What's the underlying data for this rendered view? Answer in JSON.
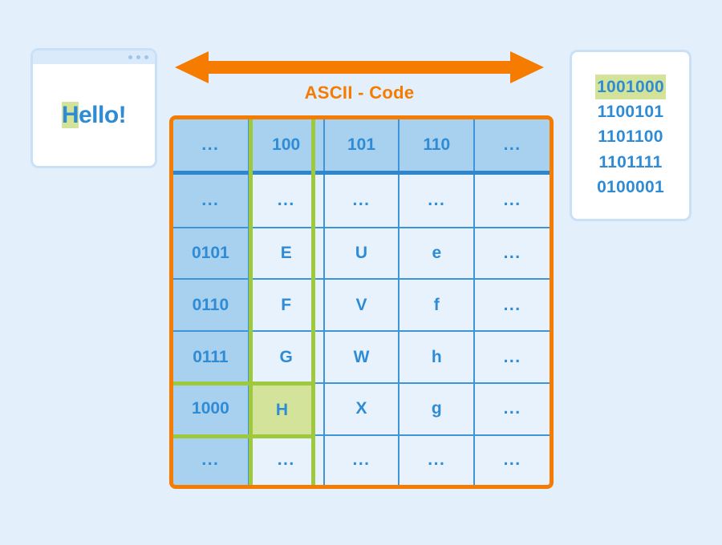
{
  "colors": {
    "background": "#e3effb",
    "accent_orange": "#f57c00",
    "blue_text": "#2e8bd4",
    "header_blue": "#a8d0ef",
    "cell_blue": "#e7f2fd",
    "grid_blue": "#3d94d9",
    "highlight_green": "#d3e49a",
    "green_border": "#9ec93c",
    "panel_border": "#c9e0f7"
  },
  "browser": {
    "name": "browser-window",
    "dots": [
      "dot-1",
      "dot-2",
      "dot-3"
    ],
    "text_highlighted": "H",
    "text_rest": "ello!"
  },
  "arrow": {
    "icon": "double-headed-arrow-icon",
    "title": "ASCII - Code"
  },
  "table": {
    "header": [
      "...",
      "100",
      "101",
      "110",
      "..."
    ],
    "rows": [
      {
        "code": "...",
        "cells": [
          "...",
          "...",
          "...",
          "..."
        ]
      },
      {
        "code": "0101",
        "cells": [
          "E",
          "U",
          "e",
          "..."
        ]
      },
      {
        "code": "0110",
        "cells": [
          "F",
          "V",
          "f",
          "..."
        ]
      },
      {
        "code": "0111",
        "cells": [
          "G",
          "W",
          "h",
          "..."
        ]
      },
      {
        "code": "1000",
        "cells": [
          "H",
          "X",
          "g",
          "..."
        ]
      },
      {
        "code": "...",
        "cells": [
          "...",
          "...",
          "...",
          "..."
        ]
      }
    ],
    "highlighted_cell": "H",
    "highlighted_column": "100",
    "highlighted_row": "1000"
  },
  "binary_panel": {
    "lines": [
      {
        "value": "1001000",
        "highlighted": true
      },
      {
        "value": "1100101",
        "highlighted": false
      },
      {
        "value": "1101100",
        "highlighted": false
      },
      {
        "value": "1101111",
        "highlighted": false
      },
      {
        "value": "0100001",
        "highlighted": false
      }
    ]
  }
}
